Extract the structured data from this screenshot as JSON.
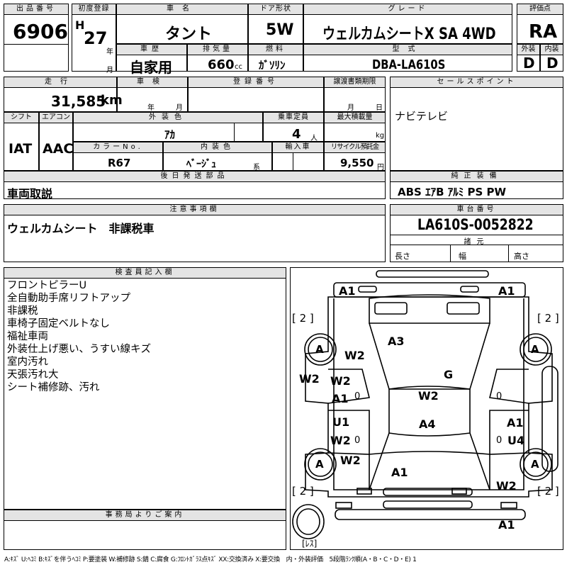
{
  "lot": {
    "label": "出品番号",
    "value": "6906"
  },
  "first_reg": {
    "label": "初度登録",
    "era": "H",
    "year": "27",
    "year_unit": "年",
    "month_unit": "月"
  },
  "car_name": {
    "label": "車名",
    "value": "タント"
  },
  "door": {
    "label": "ドア形状",
    "value": "5W"
  },
  "grade": {
    "label": "グレード",
    "value": "ウェルカムシートX SA 4WD"
  },
  "score": {
    "label": "評価点",
    "value": "RA"
  },
  "history": {
    "label": "車歴",
    "value": "自家用"
  },
  "displacement": {
    "label": "排気量",
    "value": "660",
    "unit": "cc"
  },
  "fuel": {
    "label": "燃料",
    "value": "ｶﾞｿﾘﾝ"
  },
  "model": {
    "label": "型式",
    "value": "DBA-LA610S"
  },
  "exterior_score": {
    "label": "外装",
    "value": "D"
  },
  "interior_score": {
    "label": "内装",
    "value": "D"
  },
  "mileage": {
    "label": "走行",
    "value": "31,585",
    "unit": "km"
  },
  "inspection": {
    "label": "車検",
    "year_unit": "年",
    "month_unit": "月"
  },
  "registration_no": {
    "label": "登録番号"
  },
  "transfer_deadline": {
    "label": "譲渡書類期限",
    "month_unit": "月",
    "day_unit": "日"
  },
  "sales_point": {
    "label": "セールスポイント",
    "value": "ナビテレビ"
  },
  "shift": {
    "label": "シフト",
    "value": "IAT"
  },
  "aircon": {
    "label": "エアコン",
    "value": "AAC"
  },
  "ext_color": {
    "label": "外装色",
    "value": "ｱｶ"
  },
  "capacity": {
    "label": "乗車定員",
    "value": "4",
    "unit": "人"
  },
  "max_load": {
    "label": "最大積載量",
    "unit": "kg"
  },
  "color_no": {
    "label": "カラーNo.",
    "value": "R67"
  },
  "int_color": {
    "label": "内装色",
    "value": "ﾍﾞｰｼﾞｭ",
    "suffix": "系"
  },
  "import": {
    "label": "輸入車"
  },
  "recycle": {
    "label": "リサイクル預託金",
    "value": "9,550",
    "unit": "円"
  },
  "later_parts": {
    "label": "後日発送部品",
    "value": "車両取説"
  },
  "equipment": {
    "label": "純正装備",
    "value": "ABS ｴｱB ｱﾙﾐ PS PW"
  },
  "notes": {
    "label": "注意事項欄",
    "value": "ウェルカムシート　非課税車"
  },
  "chassis": {
    "label": "車台番号",
    "value": "LA610S-0052822"
  },
  "dims": {
    "label": "諸元",
    "length": "長さ",
    "width": "幅",
    "height": "高さ"
  },
  "inspector": {
    "label": "検査員記入欄",
    "lines": [
      "フロントピラーU",
      "全自動助手席リフトアップ",
      "非課税",
      "車椅子固定ベルトなし",
      "福祉車両",
      "外装仕上げ悪い、うすい線キズ",
      "室内汚れ",
      "天張汚れ大",
      "シート補修跡、汚れ"
    ]
  },
  "office": {
    "label": "事務局よりご案内"
  },
  "legend": "A:ｷｽﾞ U:ﾍｺﾐ B:ｷｽﾞを伴うﾍｺﾐ P:要塗装 W:補修跡 S:錆 C:腐食 G:ﾌﾛﾝﾄｶﾞﾗｽ点ｷｽﾞ XX:交換済み X:要交換　内・外装評価　5段階ﾗﾝｸ順(A・B・C・D・E) 1",
  "diagram": {
    "marks": {
      "a1_left": "A1",
      "a1_right": "A1",
      "a3": "A3",
      "w2_front": "W2",
      "g": "G",
      "w2_left": "W2",
      "w2_roof": "W2",
      "a1_door": "A1",
      "u1": "U1",
      "a4": "A4",
      "a1_rdoor": "A1",
      "w2_rdoor": "W2",
      "u4": "U4",
      "w2_rear": "W2",
      "a1_rear": "A1",
      "w2_rr": "W2",
      "a1_bumper": "A1",
      "a_fl": "A",
      "a_fr": "A",
      "a_rl": "A",
      "a_rr": "A",
      "zero1": "0",
      "zero2": "0",
      "zero3": "0",
      "zero4": "0"
    },
    "tire_counts": {
      "fl": "[ 2 ]",
      "fr": "[ 2 ]",
      "rl": "[ 2 ]",
      "rr": "[ 2 ]"
    },
    "spare": "[ﾚｽ]"
  }
}
